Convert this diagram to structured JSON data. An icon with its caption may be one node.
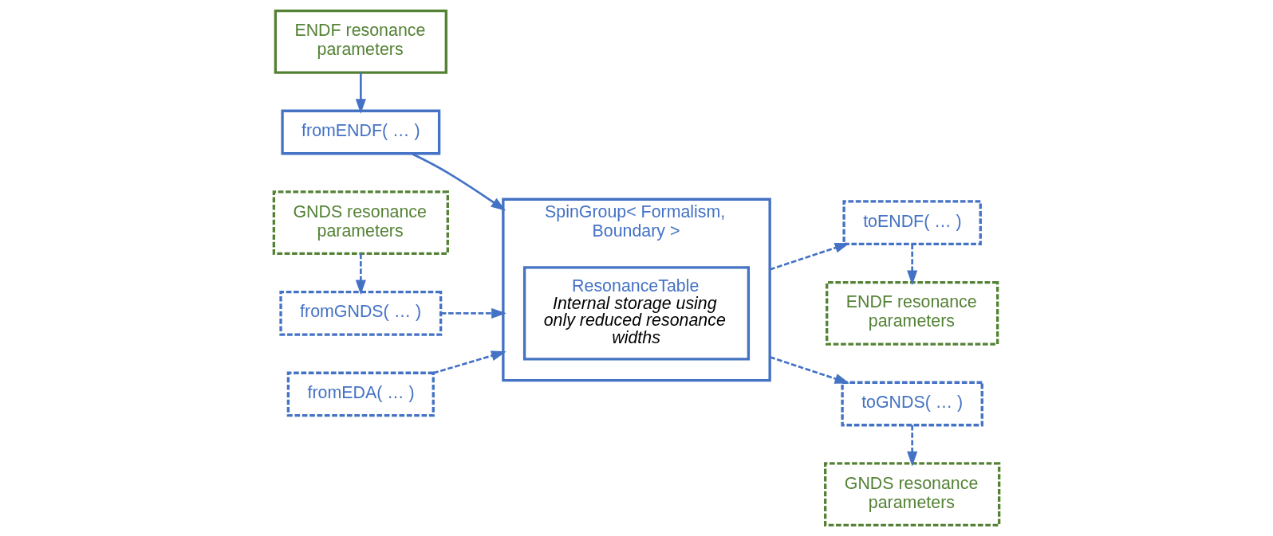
{
  "diagram": {
    "nodes": [
      {
        "text": [
          "ENDF resonance parameters"
        ]
      },
      {
        "text": [
          "fromENDF( … )"
        ]
      },
      {
        "text": [
          "fromGNDS( … )"
        ]
      },
      {
        "text": [
          "GNDS resonance parameters"
        ]
      },
      {
        "text": [
          "SpinGroup< Formalism, Boundary >"
        ]
      },
      {
        "text": [
          "ResonanceTable",
          "Internal storage using only reduced resonance widths"
        ],
        "in": 4
      },
      {
        "text": [
          "fromEDA( … )"
        ]
      },
      {
        "text": [
          "ENDF resonance parameters"
        ]
      },
      {
        "text": [
          "toENDF( … )"
        ]
      },
      {
        "text": [
          "toGNDS( … )"
        ]
      },
      {
        "text": [
          "GNDS resonance parameters"
        ]
      }
    ],
    "edges": [
      {
        "from": 0,
        "to": 1,
        "arrow": "to"
      },
      {
        "from": 1,
        "to": 4,
        "arrow": "to"
      },
      {
        "from": 2,
        "to": 4,
        "arrow": "to",
        "style": "dashed"
      },
      {
        "from": 3,
        "to": 2,
        "arrow": "to",
        "style": "dashed"
      },
      {
        "from": 6,
        "to": 4,
        "arrow": "to",
        "style": "dashed"
      },
      {
        "from": 4,
        "to": 8,
        "arrow": "to",
        "style": "dashed"
      },
      {
        "from": 4,
        "to": 9,
        "arrow": "to",
        "style": "dashed"
      },
      {
        "from": 8,
        "to": 7,
        "arrow": "to",
        "style": "dashed"
      },
      {
        "from": 9,
        "to": 10,
        "arrow": "to",
        "style": "dashed"
      }
    ]
  }
}
